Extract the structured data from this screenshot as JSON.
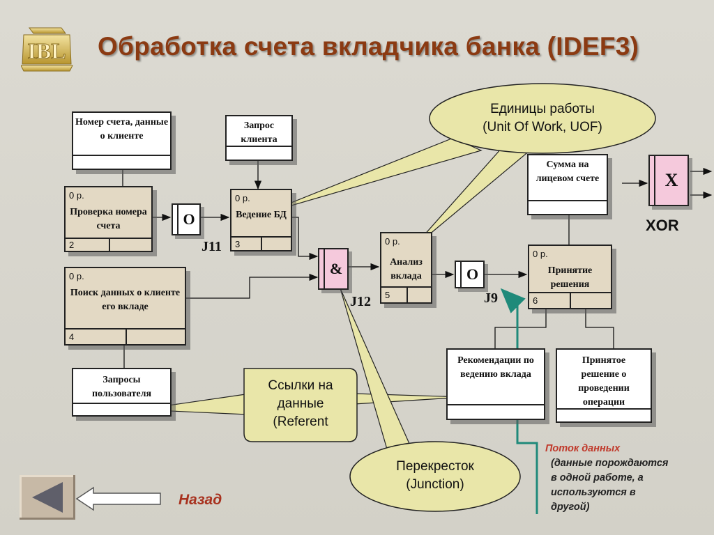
{
  "title": "Обработка счета вкладчика банка (IDEF3)",
  "boxes": [
    {
      "label": "Номер счета, данные о клиенте"
    },
    {
      "label": "Запрос клиента"
    },
    {
      "label": "Сумма на лицевом счете"
    },
    {
      "label": "Проверка номера счета",
      "cost": "0 р.",
      "num": "2"
    },
    {
      "label": "Ведение БД",
      "cost": "0 р.",
      "num": "3"
    },
    {
      "label": "Анализ вклада",
      "cost": "0 р.",
      "num": "5"
    },
    {
      "label": "Принятие решения",
      "cost": "0 р.",
      "num": "6"
    },
    {
      "label": "Поиск данных о клиенте его вкладе",
      "cost": "0 р.",
      "num": "4"
    },
    {
      "label": "Запросы пользователя"
    },
    {
      "label": "Рекомендации по ведению вклада"
    },
    {
      "label": "Принятое решение о проведении операции"
    }
  ],
  "junctions": [
    {
      "symbol": "O",
      "label": "J11"
    },
    {
      "symbol": "&",
      "label": "J12"
    },
    {
      "symbol": "O",
      "label": "J9"
    },
    {
      "symbol": "X",
      "label": "XOR"
    }
  ],
  "callouts": [
    {
      "line1": "Единицы работы",
      "line2": "(Unit Of Work, UOF)"
    },
    {
      "line1": "Ссылки на",
      "line2": "данные",
      "line3": "(Referent"
    },
    {
      "line1": "Перекресток",
      "line2": "(Junction)"
    }
  ],
  "note": {
    "line1": "Поток данных",
    "line2": "(данные порождаются",
    "line3": "в одной работе, а",
    "line4": "используются в",
    "line5": "другой)"
  },
  "back_label": "Назад",
  "colors": {
    "title": "#8b3a12",
    "box_fill": "#e3d9c4",
    "junction_and": "#f5c9dc",
    "callout_fill": "#e9e6a9",
    "dataflow_arrow": "#1f8a7a",
    "note_title": "#c0392b",
    "back_label": "#a8321f"
  },
  "icons": {
    "logo": "ibl-logo",
    "back": "left-triangle-icon"
  }
}
